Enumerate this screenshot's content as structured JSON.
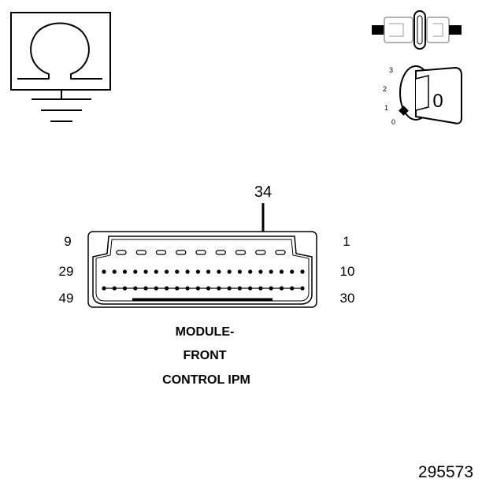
{
  "connector": {
    "callout_pin": "34",
    "pin_labels": {
      "top_left": "9",
      "top_right": "1",
      "middle_left": "29",
      "middle_right": "10",
      "bottom_left": "49",
      "bottom_right": "30"
    },
    "rows": {
      "top_slots": 9,
      "middle_pins": 20,
      "bottom_pins": 20
    }
  },
  "module_label": {
    "line1": "MODULE-",
    "line2": "FRONT",
    "line3": "CONTROL IPM"
  },
  "ignition_key": {
    "positions": [
      "3",
      "2",
      "1",
      "0"
    ],
    "key_label": "0"
  },
  "figure_id": "295573",
  "icons": [
    "resistance-ohm-symbol-icon",
    "ground-icon",
    "fuse-icon",
    "ignition-switch-icon",
    "arrow-down-icon"
  ]
}
